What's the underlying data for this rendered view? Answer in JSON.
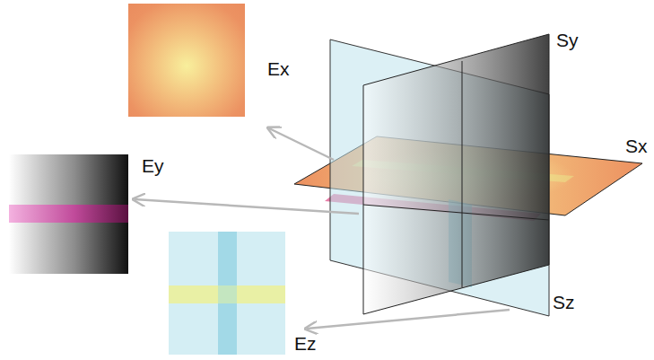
{
  "diagram": {
    "nodes": [
      {
        "text": [
          "Ex"
        ]
      },
      {
        "text": [
          "Ey"
        ]
      },
      {
        "text": [
          "Ez"
        ]
      }
    ],
    "labels": [
      "Sy",
      "Sx",
      "Sz"
    ]
  }
}
